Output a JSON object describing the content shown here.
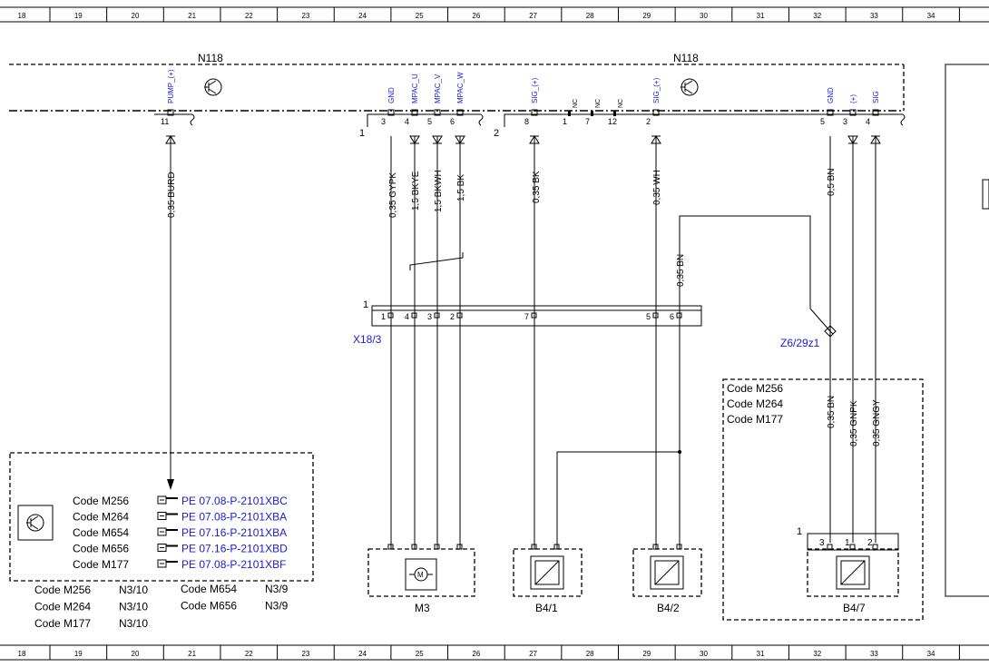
{
  "ruler": [
    "18",
    "19",
    "20",
    "21",
    "22",
    "23",
    "24",
    "25",
    "26",
    "27",
    "28",
    "29",
    "30",
    "31",
    "32",
    "33",
    "34"
  ],
  "modules": {
    "left": {
      "name": "N118",
      "connector": "1"
    },
    "right": {
      "name": "N118",
      "connector": "2"
    }
  },
  "module_pins": {
    "pump_signal": "PUMP_(+)",
    "pump_pin": "11",
    "gnd1": "GND",
    "gnd1_pin": "3",
    "mpac_u": "MPAC_U",
    "mpac_u_pin": "4",
    "mpac_v": "MPAC_V",
    "mpac_v_pin": "5",
    "mpac_w": "MPAC_W",
    "mpac_w_pin": "6",
    "sig1": "SIG_(+)",
    "sig1_pin": "8",
    "nc1": "NC",
    "nc1_pin": "1",
    "nc2": "NC",
    "nc2_pin": "7",
    "nc3": "NC",
    "nc3_pin": "12",
    "sig2": "SIG_(+)",
    "sig2_pin": "2",
    "gnd2": "GND",
    "gnd2_pin": "5",
    "plus": "(+)",
    "plus_pin": "3",
    "sig3": "SIG",
    "sig3_pin": "4"
  },
  "wires": {
    "burd": "0,35 BURD",
    "gypk": "0,35 GYPK",
    "bkye": "1,5 BKYE",
    "bkwh": "1,5 BKWH",
    "bk15": "1,5 BK",
    "bk035": "0,35 BK",
    "wh": "0,35 WH",
    "bn_right": "0,5 BN",
    "bn_mid": "0,35 BN",
    "bn_b47": "0,35 BN",
    "gnpk": "0,35 GNPK",
    "gngy": "0,35 GNGY"
  },
  "connector_x18": {
    "label": "X18/3",
    "number": "1",
    "pins": [
      "1",
      "4",
      "3",
      "2",
      "7",
      "5",
      "6"
    ]
  },
  "splice": {
    "label": "Z6/29z1"
  },
  "code_box": {
    "lines": [
      "Code M256",
      "Code M264",
      "Code M177"
    ]
  },
  "components": {
    "m3": "M3",
    "b41": "B4/1",
    "b42": "B4/2",
    "b47": "B4/7",
    "b47_connector": "1",
    "b47_pins": [
      "3",
      "1",
      "2"
    ]
  },
  "reference_box": {
    "rows": [
      {
        "code": "Code M256",
        "ref": "PE 07.08-P-2101XBC"
      },
      {
        "code": "Code M264",
        "ref": "PE 07.08-P-2101XBA"
      },
      {
        "code": "Code M654",
        "ref": "PE 07.16-P-2101XBA"
      },
      {
        "code": "Code M656",
        "ref": "PE 07.16-P-2101XBD"
      },
      {
        "code": "Code M177",
        "ref": "PE 07.08-P-2101XBF"
      }
    ]
  },
  "footnotes": {
    "left": [
      {
        "code": "Code M256",
        "value": "N3/10"
      },
      {
        "code": "Code M264",
        "value": "N3/10"
      },
      {
        "code": "Code M177",
        "value": "N3/10"
      }
    ],
    "right": [
      {
        "code": "Code M654",
        "value": "N3/9"
      },
      {
        "code": "Code M656",
        "value": "N3/9"
      }
    ]
  }
}
